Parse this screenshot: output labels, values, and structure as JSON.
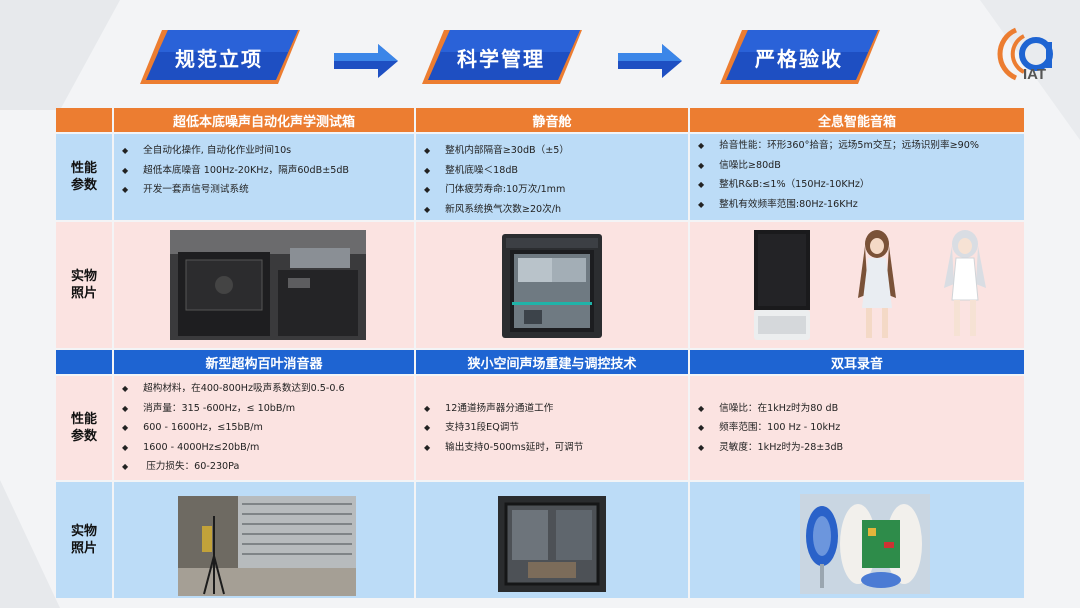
{
  "banner": {
    "stages": [
      "规范立项",
      "科学管理",
      "严格验收"
    ],
    "colors": {
      "dark": "#1e4fc2",
      "light": "#3b86e8",
      "accent": "#ec7d31"
    }
  },
  "logo": {
    "text": "IAT"
  },
  "table": {
    "row_labels": {
      "params": "性能\n参数",
      "photos": "实物\n照片"
    },
    "top_headers": [
      "超低本底噪声自动化声学测试箱",
      "静音舱",
      "全息智能音箱"
    ],
    "top_params": [
      [
        "全自动化操作, 自动化作业时间10s",
        "超低本底噪音   100Hz-20KHz，隔声60dB±5dB",
        "开发一套声信号测试系统"
      ],
      [
        "整机内部隔音≥30dB（±5）",
        "整机底噪＜18dB",
        "门体疲劳寿命:10万次/1mm",
        "新风系统换气次数≥20次/h"
      ],
      [
        "拾音性能：环形360°拾音；远场5m交互；远场识别率≥90%",
        "信噪比≥80dB",
        "整机R&B:≤1%（150Hz-10KHz）",
        "整机有效频率范围:80Hz-16KHz"
      ]
    ],
    "bottom_headers": [
      "新型超构百叶消音器",
      "狭小空间声场重建与调控技术",
      "双耳录音"
    ],
    "bottom_params": [
      [
        "超构材料，在400-800Hz吸声系数达到0.5-0.6",
        "消声量：315 -600Hz，≤ 10bB/m",
        "600 - 1600Hz，≤15bB/m",
        "1600 - 4000Hz≤20bB/m",
        " 压力损失：60-230Pa"
      ],
      [
        "12通道扬声器分通道工作",
        "支持31段EQ调节",
        "输出支持0-500ms延时，可调节"
      ],
      [
        "信噪比：在1kHz时为80 dB",
        "频率范围：100 Hz - 10kHz",
        "灵敏度：1kHz时为-28±3dB"
      ]
    ]
  }
}
